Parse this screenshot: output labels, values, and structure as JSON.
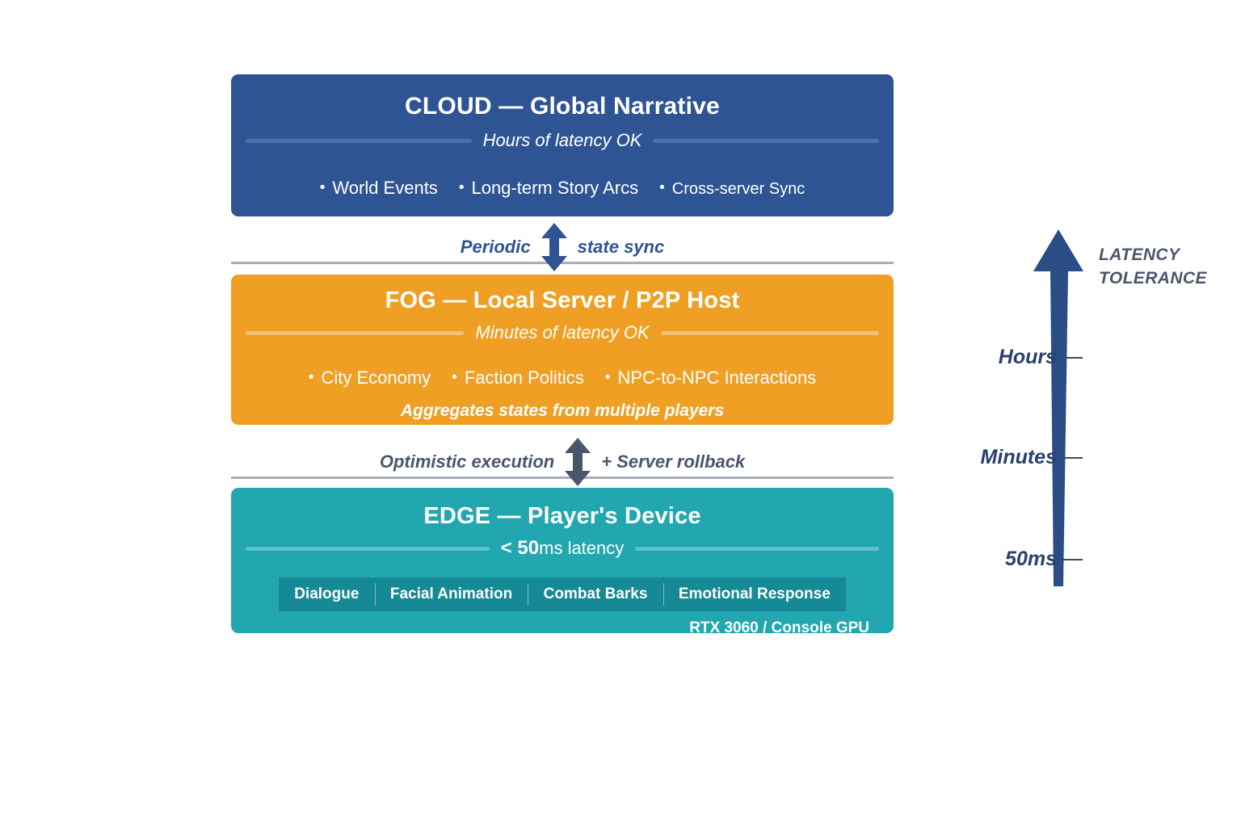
{
  "diagram": {
    "title_hidden": "",
    "colors": {
      "cloud": "#2f5494",
      "fog": "#ef9f24",
      "edge": "#22a7b0",
      "edge_chip_bar": "#158995",
      "connector_line": "#a9adb4",
      "arrow_navy": "#2f5494",
      "arrow_slate": "#4b566b",
      "scale_arrow": "#2a4d86"
    },
    "layers": [
      {
        "id": "cloud",
        "title": "CLOUD — Global Narrative",
        "subtitle": "Hours of latency OK",
        "bullets": [
          "World Events",
          "Long-term Story Arcs",
          "Cross-server Sync"
        ]
      },
      {
        "id": "fog",
        "title": "FOG — Local Server / P2P Host",
        "subtitle": "Minutes of latency OK",
        "bullets": [
          "City Economy",
          "Faction Politics",
          "NPC-to-NPC Interactions"
        ],
        "note": "Aggregates states from multiple players"
      },
      {
        "id": "edge",
        "title": "EDGE  —  Player's Device",
        "subtitle_prefix": "< 50",
        "subtitle_suffix": "ms latency",
        "chips": [
          "Dialogue",
          "Facial Animation",
          "Combat Barks",
          "Emotional Response"
        ],
        "gpu_note": "RTX 3060 / Console GPU"
      }
    ],
    "connectors": [
      {
        "id": "cloud-fog",
        "label_left": "Periodic",
        "label_right": "state sync",
        "icon": "double-arrow-vertical-icon"
      },
      {
        "id": "fog-edge",
        "label_left": "Optimistic execution",
        "label_right": "+ Server rollback",
        "icon": "double-arrow-vertical-icon"
      }
    ],
    "latency_scale": {
      "caption_line_1": "LATENCY",
      "caption_line_2": "TOLERANCE",
      "ticks": [
        "Hours",
        "Minutes",
        "50ms"
      ],
      "direction": "up"
    }
  }
}
